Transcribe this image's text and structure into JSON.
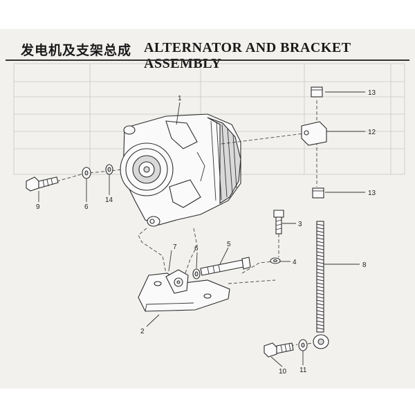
{
  "title": {
    "chinese": "发电机及支架总成",
    "english": "ALTERNATOR AND BRACKET ASSEMBLY"
  },
  "callouts": [
    {
      "id": "1",
      "label": "1"
    },
    {
      "id": "2",
      "label": "2"
    },
    {
      "id": "3",
      "label": "3"
    },
    {
      "id": "4",
      "label": "4"
    },
    {
      "id": "5",
      "label": "5"
    },
    {
      "id": "6a",
      "label": "6"
    },
    {
      "id": "6b",
      "label": "6"
    },
    {
      "id": "7",
      "label": "7"
    },
    {
      "id": "8",
      "label": "8"
    },
    {
      "id": "9",
      "label": "9"
    },
    {
      "id": "10",
      "label": "10"
    },
    {
      "id": "11",
      "label": "11"
    },
    {
      "id": "12",
      "label": "12"
    },
    {
      "id": "13a",
      "label": "13"
    },
    {
      "id": "13b",
      "label": "13"
    },
    {
      "id": "14",
      "label": "14"
    }
  ]
}
